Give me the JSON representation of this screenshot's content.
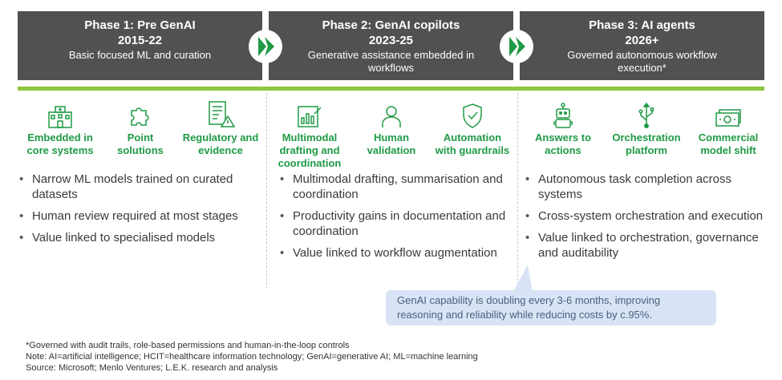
{
  "phases": [
    {
      "title": "Phase 1: Pre GenAI",
      "years": "2015-22",
      "subtitle": "Basic focused ML and curation"
    },
    {
      "title": "Phase 2: GenAI copilots",
      "years": "2023-25",
      "subtitle": "Generative assistance embedded in workflows"
    },
    {
      "title": "Phase 3: AI agents",
      "years": "2026+",
      "subtitle": "Governed autonomous workflow execution*"
    }
  ],
  "features": {
    "p1": [
      "Embedded in core systems",
      "Point solutions",
      "Regulatory and evidence"
    ],
    "p2": [
      "Multimodal drafting and coordination",
      "Human validation",
      "Automation with guardrails"
    ],
    "p3": [
      "Answers to actions",
      "Orchestration platform",
      "Commercial model shift"
    ]
  },
  "bullets": {
    "p1": [
      "Narrow ML models trained on curated datasets",
      "Human review required at most stages",
      "Value linked to specialised models"
    ],
    "p2": [
      "Multimodal drafting, summarisation and coordination",
      "Productivity gains in documentation and coordination",
      "Value linked to workflow augmentation"
    ],
    "p3": [
      "Autonomous task completion across systems",
      "Cross-system orchestration and execution",
      "Value linked to orchestration, governance and auditability"
    ]
  },
  "callout": "GenAI capability is doubling every 3-6 months, improving reasoning and reliability while reducing costs by c.95%.",
  "footnotes": [
    "*Governed with audit trails, role-based permissions and human-in-the-loop controls",
    "Note: AI=artificial intelligence; HCIT=healthcare information technology; GenAI=generative AI; ML=machine learning",
    "Source: Microsoft; Menlo Ventures; L.E.K. research and analysis"
  ],
  "colors": {
    "header": "#4f5153",
    "accent_green": "#1f9a45",
    "bar_green": "#8dc63f",
    "callout_bg": "#d8e4f5"
  },
  "icons": [
    "hospital-icon",
    "puzzle-icon",
    "document-warning-icon",
    "chart-edit-icon",
    "person-icon",
    "shield-check-icon",
    "robot-icon",
    "usb-network-icon",
    "money-icon"
  ]
}
